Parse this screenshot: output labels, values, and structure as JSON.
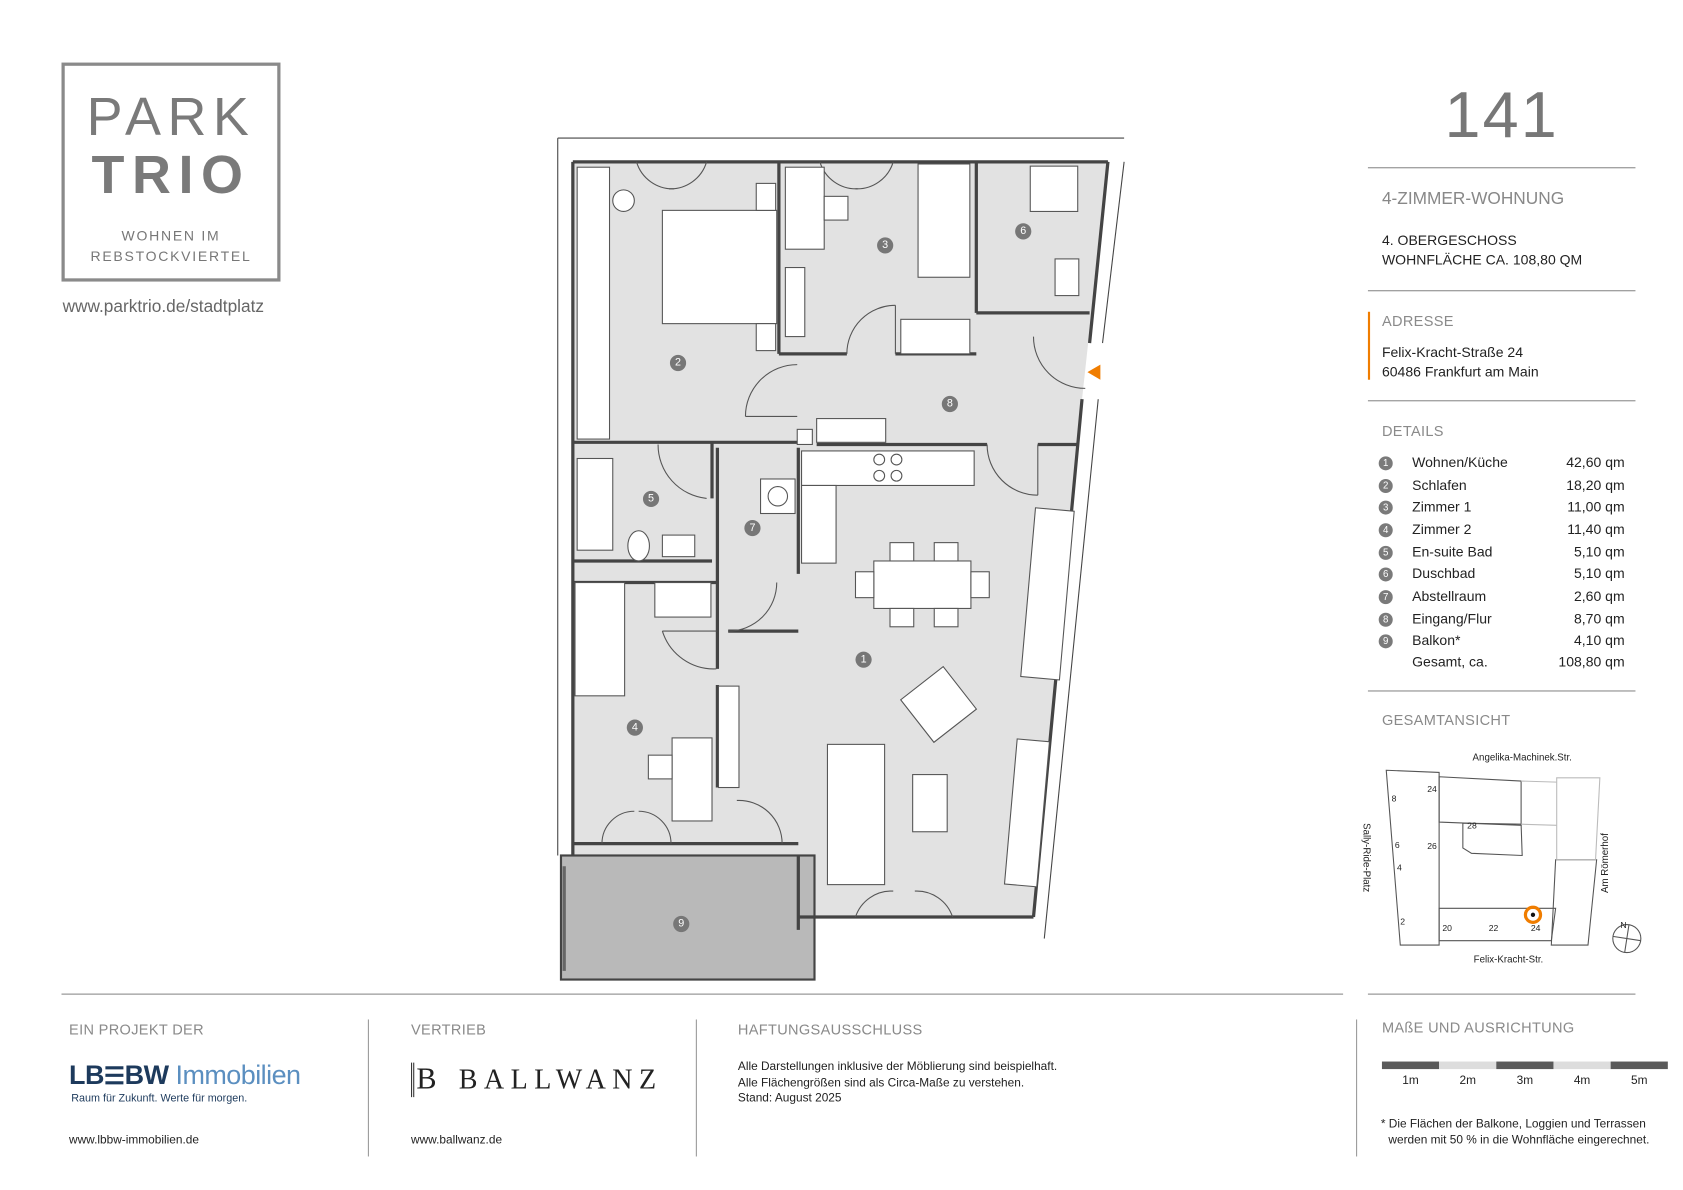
{
  "brand": {
    "logo_top": "PARK",
    "logo_bottom": "TRIO",
    "tagline_1": "WOHNEN IM",
    "tagline_2": "REBSTOCKVIERTEL",
    "url": "www.parktrio.de/stadtplatz"
  },
  "unit": {
    "number": "141",
    "type": "4-ZIMMER-WOHNUNG",
    "floor": "4. OBERGESCHOSS",
    "area": "WOHNFLÄCHE CA. 108,80 QM"
  },
  "address": {
    "heading": "ADRESSE",
    "street": "Felix-Kracht-Straße 24",
    "city": "60486 Frankfurt am Main"
  },
  "details": {
    "heading": "DETAILS",
    "rooms": [
      {
        "n": "1",
        "label": "Wohnen/Küche",
        "area": "42,60 qm"
      },
      {
        "n": "2",
        "label": "Schlafen",
        "area": "18,20 qm"
      },
      {
        "n": "3",
        "label": "Zimmer 1",
        "area": "11,00 qm"
      },
      {
        "n": "4",
        "label": "Zimmer 2",
        "area": "11,40 qm"
      },
      {
        "n": "5",
        "label": "En-suite Bad",
        "area": "5,10 qm"
      },
      {
        "n": "6",
        "label": "Duschbad",
        "area": "5,10 qm"
      },
      {
        "n": "7",
        "label": "Abstellraum",
        "area": "2,60 qm"
      },
      {
        "n": "8",
        "label": "Eingang/Flur",
        "area": "8,70 qm"
      },
      {
        "n": "9",
        "label": "Balkon*",
        "area": "4,10 qm"
      }
    ],
    "total_label": "Gesamt, ca.",
    "total_area": "108,80 qm"
  },
  "site_plan": {
    "heading": "GESAMTANSICHT",
    "street_north": "Angelika-Machinek.Str.",
    "street_south": "Felix-Kracht-Str.",
    "street_west": "Sally-Ride-Platz",
    "street_east": "Am Römerhof",
    "north": "N",
    "house_numbers": [
      "24",
      "8",
      "6",
      "26",
      "4",
      "2",
      "28",
      "20",
      "22",
      "24"
    ]
  },
  "scale": {
    "heading": "MAßE UND AUSRICHTUNG",
    "labels": [
      "1m",
      "2m",
      "3m",
      "4m",
      "5m"
    ],
    "footnote_1": "* Die Flächen der Balkone, Loggien und Terrassen",
    "footnote_2": "werden mit 50 % in die Wohnfläche eingerechnet."
  },
  "footer": {
    "developer_heading": "EIN PROJEKT DER",
    "developer_logo_a": "LB",
    "developer_logo_b": "BW",
    "developer_logo_c": "Immobilien",
    "developer_slogan": "Raum für Zukunft. Werte für morgen.",
    "developer_url": "www.lbbw-immobilien.de",
    "sales_heading": "VERTRIEB",
    "sales_logo": "BALLWANZ",
    "sales_url": "www.ballwanz.de",
    "disclaimer_heading": "HAFTUNGSAUSSCHLUSS",
    "disclaimer_1": "Alle Darstellungen inklusive der Möblierung sind beispielhaft.",
    "disclaimer_2": "Alle Flächengrößen sind als Circa-Maße zu verstehen.",
    "disclaimer_3": "Stand: August 2025"
  },
  "plan_markers": [
    "1",
    "2",
    "3",
    "4",
    "5",
    "6",
    "7",
    "8",
    "9"
  ],
  "colors": {
    "accent": "#f07d00",
    "room": "#e2e2e2",
    "balcony": "#b9b9b9",
    "text_gray": "#8a8a8a"
  }
}
